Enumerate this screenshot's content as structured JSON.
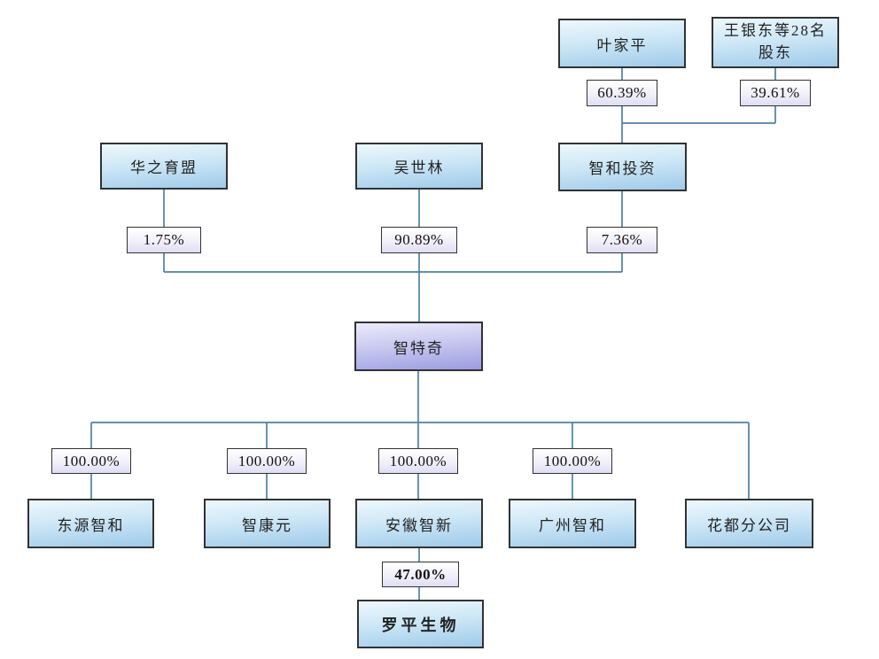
{
  "diagram_type": "equity-ownership-structure",
  "colors": {
    "entity_box_top": "#eef8fd",
    "entity_box_bottom": "#9fcaea",
    "parent_box_top": "#ecebfa",
    "parent_box_bottom": "#9b9de2",
    "pct_box_top": "#ffffff",
    "pct_box_bottom": "#dfddf4",
    "connector_line": "#4e81a3",
    "box_border": "#323232"
  },
  "nodes": {
    "ye_jiaping": {
      "label": "叶家平"
    },
    "wang_yindong": {
      "label": "王银东等28名股东",
      "label_line1": "王银东等28名",
      "label_line2": "股东"
    },
    "hua_zhi_yu_meng": {
      "label": "华之育盟"
    },
    "wu_shi_lin": {
      "label": "吴世林"
    },
    "zhi_he_tou_zi": {
      "label": "智和投资"
    },
    "zhi_te_qi": {
      "label": "智特奇"
    },
    "dong_yuan_zhi_he": {
      "label": "东源智和"
    },
    "zhi_kang_yuan": {
      "label": "智康元"
    },
    "an_hui_zhi_xin": {
      "label": "安徽智新"
    },
    "guang_zhou_zhi_he": {
      "label": "广州智和"
    },
    "hua_du_branch": {
      "label": "花都分公司"
    },
    "luo_ping_bio": {
      "label": "罗平生物"
    }
  },
  "edges": [
    {
      "from": "叶家平",
      "to": "智和投资",
      "pct": "60.39%"
    },
    {
      "from": "王银东等28名股东",
      "to": "智和投资",
      "pct": "39.61%"
    },
    {
      "from": "华之育盟",
      "to": "智特奇",
      "pct": "1.75%"
    },
    {
      "from": "吴世林",
      "to": "智特奇",
      "pct": "90.89%"
    },
    {
      "from": "智和投资",
      "to": "智特奇",
      "pct": "7.36%"
    },
    {
      "from": "智特奇",
      "to": "东源智和",
      "pct": "100.00%"
    },
    {
      "from": "智特奇",
      "to": "智康元",
      "pct": "100.00%"
    },
    {
      "from": "智特奇",
      "to": "安徽智新",
      "pct": "100.00%"
    },
    {
      "from": "智特奇",
      "to": "广州智和",
      "pct": "100.00%"
    },
    {
      "from": "智特奇",
      "to": "花都分公司",
      "pct": ""
    },
    {
      "from": "安徽智新",
      "to": "罗平生物",
      "pct": "47.00%"
    }
  ]
}
